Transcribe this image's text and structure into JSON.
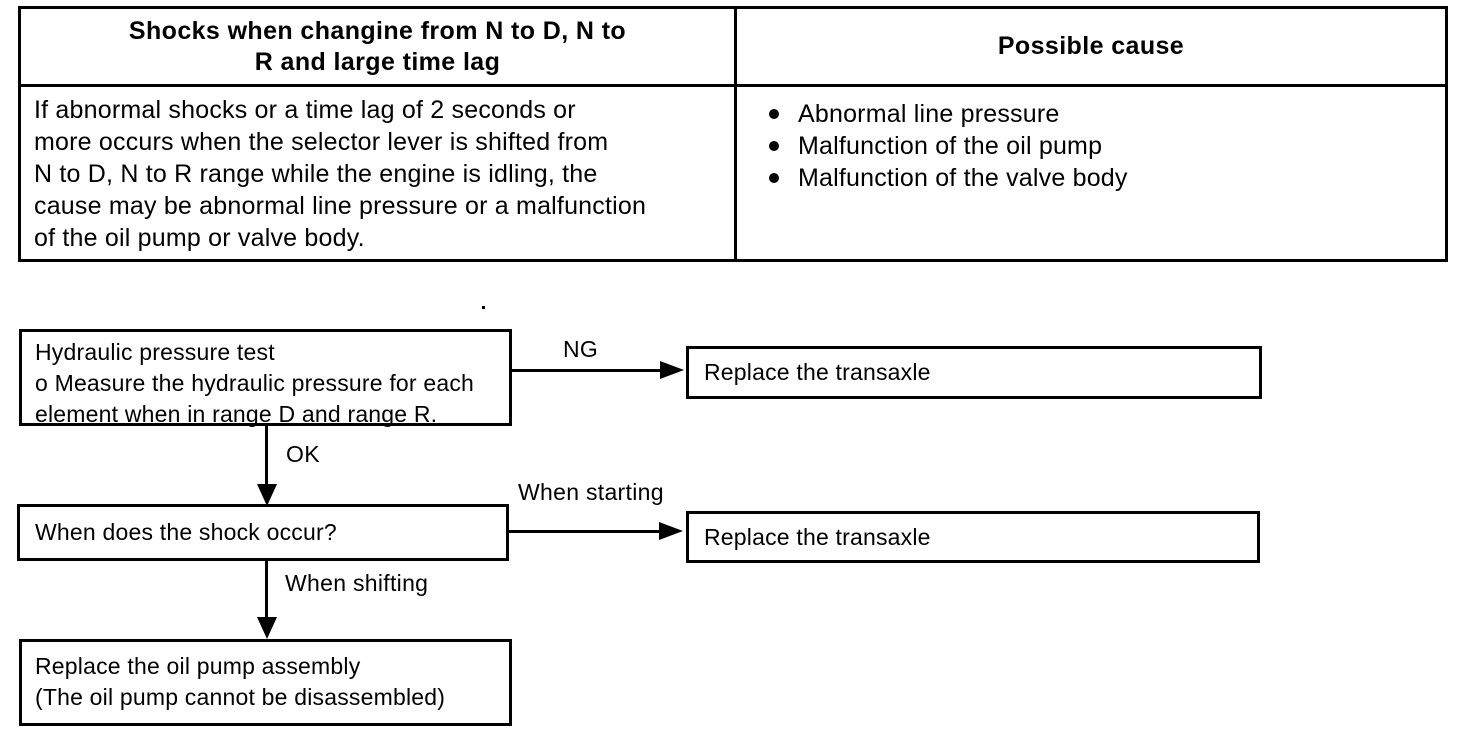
{
  "colors": {
    "ink": "#000000",
    "paper": "#ffffff"
  },
  "icons": {
    "bullet": "bullet-dot",
    "arrow_right": "solid-right-arrowhead",
    "arrow_down": "solid-down-arrowhead"
  },
  "table": {
    "symptom_header": "Shocks when changine from N to D, N to\nR and large time lag",
    "cause_header": "Possible cause",
    "symptom_text": "If abnormal shocks or a time lag of 2 seconds or\nmore occurs when the selector lever is shifted from\nN to D, N to R range while the engine is idling, the\ncause may be abnormal line pressure or a malfunction\nof the oil pump or valve body.",
    "causes": [
      "Abnormal line pressure",
      "Malfunction of the oil pump",
      "Malfunction of the valve body"
    ]
  },
  "flowchart": {
    "nodes": {
      "hydraulic_test": "Hydraulic pressure test\no Measure the hydraulic pressure for each\nelement when in range D and range R.",
      "replace_transaxle_ng": "Replace the transaxle",
      "shock_question": "When does the shock occur?",
      "replace_transaxle_starting": "Replace the transaxle",
      "replace_oil_pump": "Replace the oil pump assembly\n(The oil pump cannot be disassembled)"
    },
    "labels": {
      "ng": "NG",
      "ok": "OK",
      "when_starting": "When starting",
      "when_shifting": "When shifting"
    }
  }
}
